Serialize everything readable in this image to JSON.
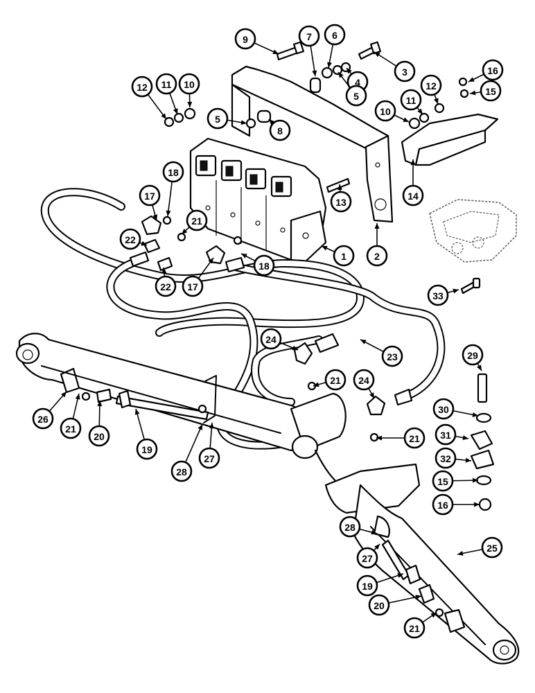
{
  "callouts": [
    {
      "label": "9"
    },
    {
      "label": "7"
    },
    {
      "label": "6"
    },
    {
      "label": "3"
    },
    {
      "label": "4"
    },
    {
      "label": "5"
    },
    {
      "label": "16"
    },
    {
      "label": "15"
    },
    {
      "label": "12"
    },
    {
      "label": "11"
    },
    {
      "label": "10"
    },
    {
      "label": "12"
    },
    {
      "label": "11"
    },
    {
      "label": "10"
    },
    {
      "label": "5"
    },
    {
      "label": "8"
    },
    {
      "label": "14"
    },
    {
      "label": "18"
    },
    {
      "label": "17"
    },
    {
      "label": "13"
    },
    {
      "label": "21"
    },
    {
      "label": "22"
    },
    {
      "label": "1"
    },
    {
      "label": "2"
    },
    {
      "label": "18"
    },
    {
      "label": "22"
    },
    {
      "label": "17"
    },
    {
      "label": "33"
    },
    {
      "label": "24"
    },
    {
      "label": "23"
    },
    {
      "label": "29"
    },
    {
      "label": "21"
    },
    {
      "label": "24"
    },
    {
      "label": "26"
    },
    {
      "label": "21"
    },
    {
      "label": "20"
    },
    {
      "label": "19"
    },
    {
      "label": "28"
    },
    {
      "label": "27"
    },
    {
      "label": "30"
    },
    {
      "label": "21"
    },
    {
      "label": "31"
    },
    {
      "label": "32"
    },
    {
      "label": "15"
    },
    {
      "label": "16"
    },
    {
      "label": "28"
    },
    {
      "label": "25"
    },
    {
      "label": "27"
    },
    {
      "label": "19"
    },
    {
      "label": "20"
    },
    {
      "label": "21"
    }
  ]
}
